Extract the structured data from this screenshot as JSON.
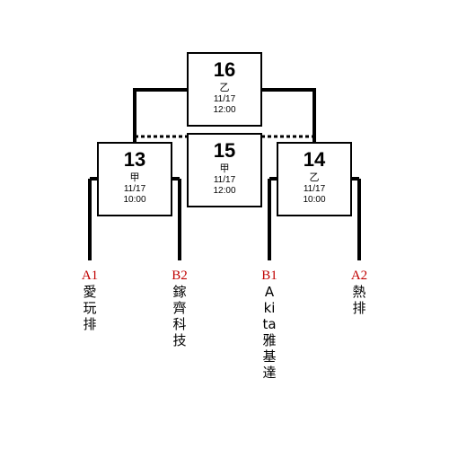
{
  "matches": [
    {
      "id": "m16",
      "number": "16",
      "court": "乙",
      "date": "11/17",
      "time": "12:00"
    },
    {
      "id": "m15",
      "number": "15",
      "court": "甲",
      "date": "11/17",
      "time": "12:00"
    },
    {
      "id": "m13",
      "number": "13",
      "court": "甲",
      "date": "11/17",
      "time": "10:00"
    },
    {
      "id": "m14",
      "number": "14",
      "court": "乙",
      "date": "11/17",
      "time": "10:00"
    }
  ],
  "teams": [
    {
      "seed": "A1",
      "name": "愛玩排"
    },
    {
      "seed": "B2",
      "name": "鎵齊科技"
    },
    {
      "seed": "B1",
      "name": "Akita雅基達"
    },
    {
      "seed": "A2",
      "name": "熱排"
    }
  ],
  "colors": {
    "seed": "#c00000",
    "line": "#000000"
  }
}
